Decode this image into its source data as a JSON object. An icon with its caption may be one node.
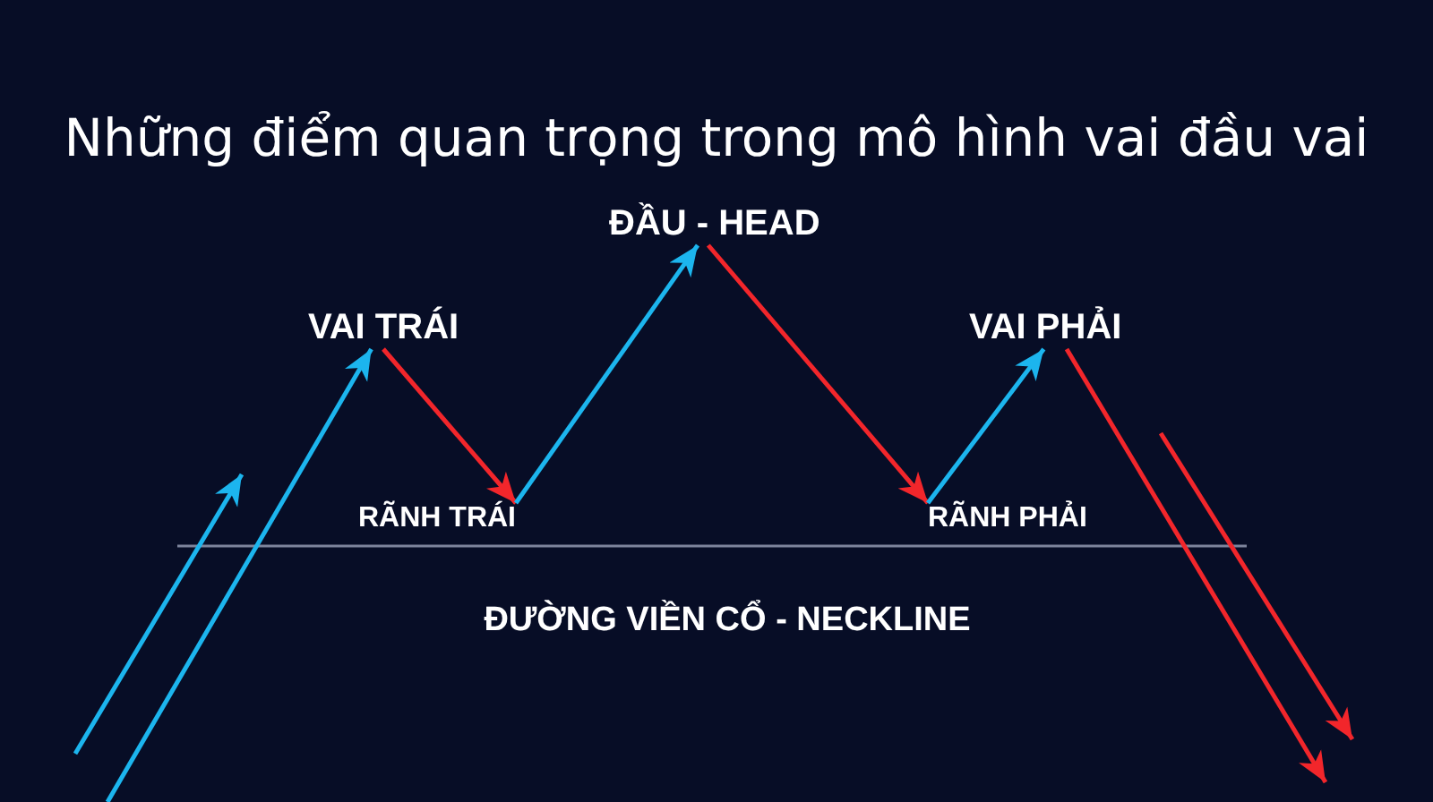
{
  "diagram": {
    "title": "Những điểm quan trọng trong mô hình vai đầu vai",
    "nodes": [
      {
        "text": [
          "ĐẦU - HEAD"
        ]
      },
      {
        "text": [
          "VAI TRÁI"
        ]
      },
      {
        "text": [
          "VAI PHẢI"
        ]
      },
      {
        "text": [
          "RÃNH TRÁI"
        ]
      },
      {
        "text": [
          "RÃNH PHẢI"
        ]
      }
    ],
    "edges": [
      {
        "from": null,
        "to": 1,
        "arrow": "to",
        "color": "#1cb5ee"
      },
      {
        "from": 1,
        "to": 3,
        "arrow": "to",
        "color": "#f2262b"
      },
      {
        "from": 3,
        "to": 0,
        "arrow": "to",
        "color": "#1cb5ee"
      },
      {
        "from": 0,
        "to": 4,
        "arrow": "to",
        "color": "#f2262b"
      },
      {
        "from": 4,
        "to": 2,
        "arrow": "to",
        "color": "#1cb5ee"
      },
      {
        "from": 2,
        "to": null,
        "arrow": "to",
        "color": "#f2262b"
      }
    ],
    "labels": [
      "ĐƯỜNG VIỀN CỔ - NECKLINE"
    ]
  }
}
